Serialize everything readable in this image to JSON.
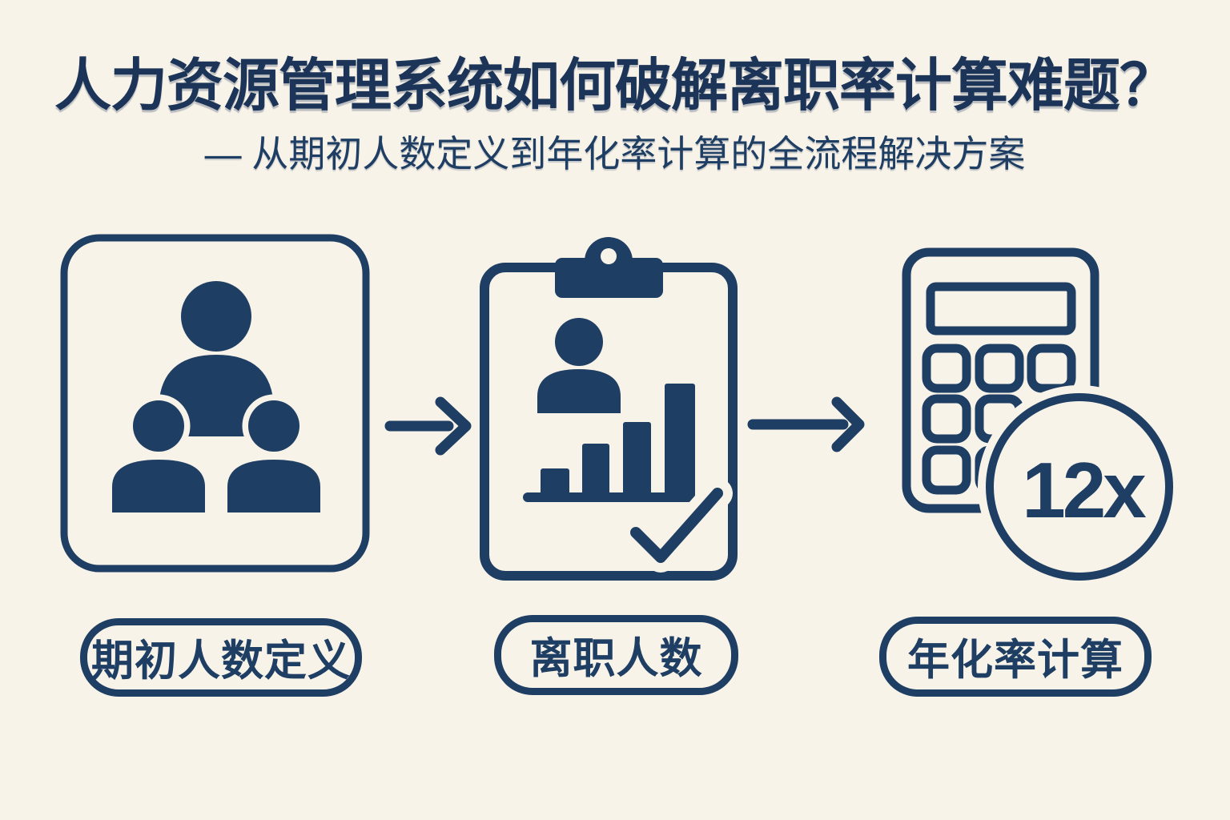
{
  "colors": {
    "background": "#f8f3e9",
    "accent": "#1f3e63",
    "title_color": "#1b3457"
  },
  "header": {
    "title": "人力资源管理系统如何破解离职率计算难题？",
    "subtitle": "— 从期初人数定义到年化率计算的全流程解决方案"
  },
  "steps": [
    {
      "label": "期初人数定义",
      "icon": "team-group-icon"
    },
    {
      "label": "离职人数",
      "icon": "clipboard-chart-icon"
    },
    {
      "label": "年化率计算",
      "icon": "calculator-icon",
      "badge": "12x"
    }
  ],
  "connectors": [
    {
      "icon": "arrow-right-icon"
    },
    {
      "icon": "arrow-right-icon"
    }
  ]
}
